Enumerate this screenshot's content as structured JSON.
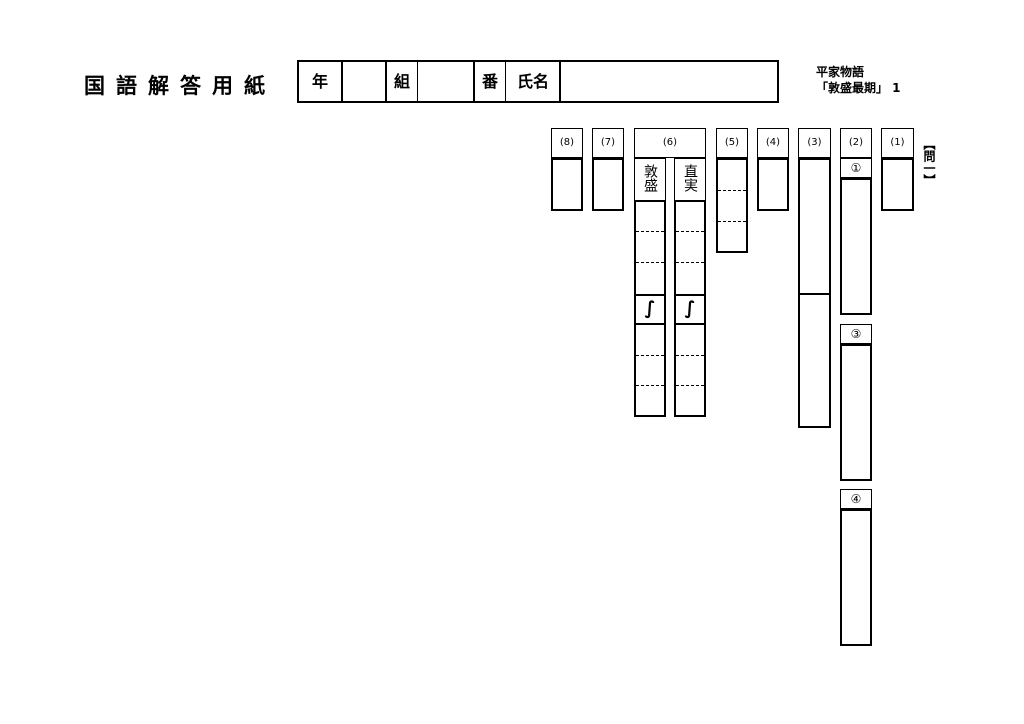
{
  "title": "国語解答用紙",
  "header": {
    "year_label": "年",
    "class_label": "組",
    "number_label": "番",
    "name_label": "氏名"
  },
  "info": {
    "subject": "平家物語",
    "chapter": "「敦盛最期」 1"
  },
  "question_marker": "【問一】",
  "questions": {
    "q8": "(8)",
    "q7": "(7)",
    "q6": "(6)",
    "q5": "(5)",
    "q4": "(4)",
    "q3": "(3)",
    "q2": "(2)",
    "q1": "(1)"
  },
  "q6_columns": {
    "atsumori": "敦盛",
    "naozane": "直実"
  },
  "q2_sub": {
    "s1": "①",
    "s3": "③",
    "s4": "④"
  },
  "range_mark": "∫"
}
